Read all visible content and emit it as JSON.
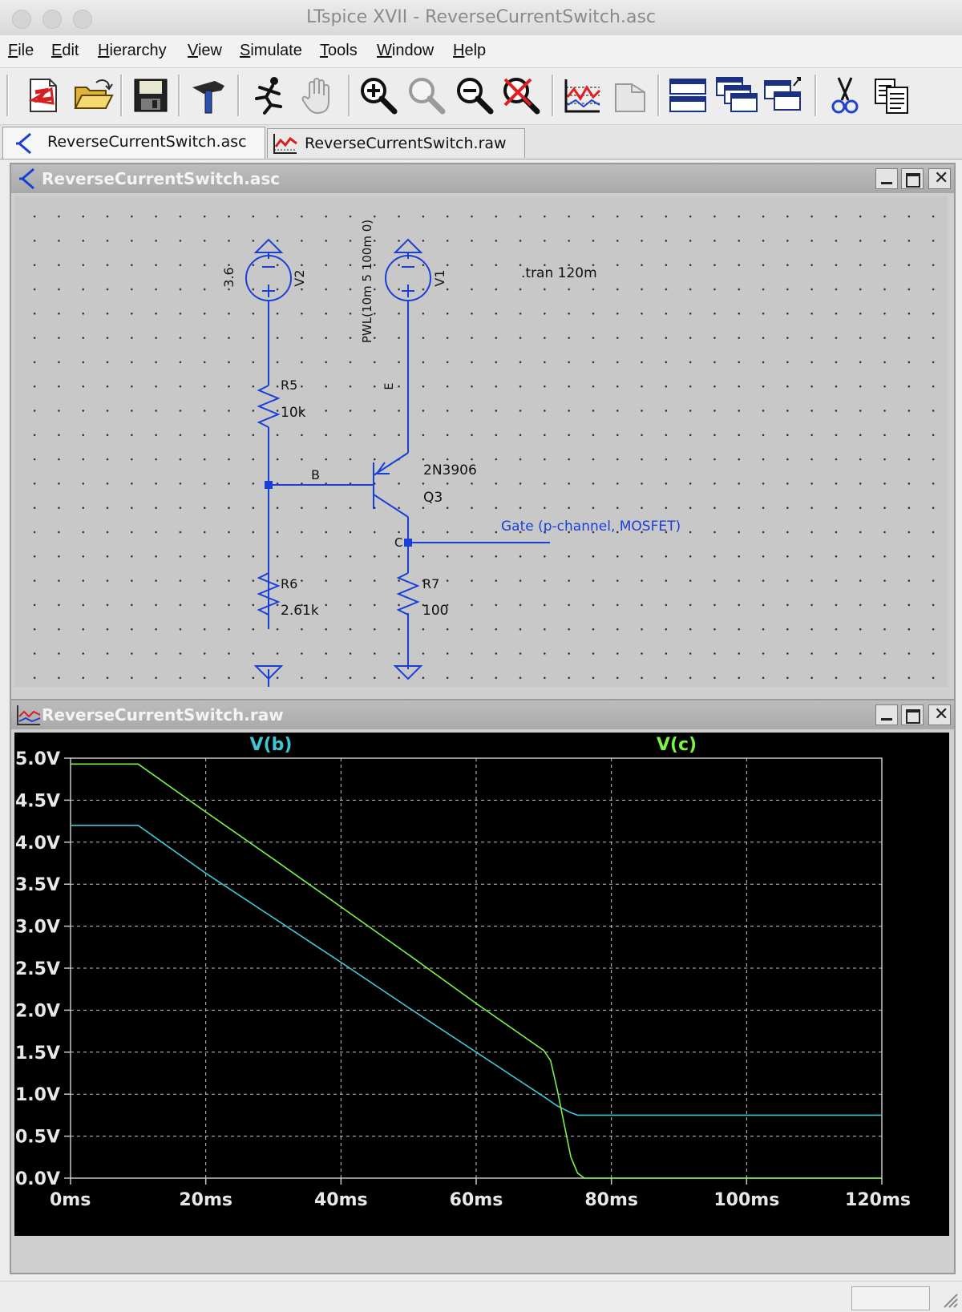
{
  "window": {
    "title": "LTspice XVII - ReverseCurrentSwitch.asc"
  },
  "menu": [
    {
      "label": "File",
      "underline": "F",
      "rest": "ile"
    },
    {
      "label": "Edit",
      "underline": "E",
      "rest": "dit"
    },
    {
      "label": "Hierarchy",
      "underline": "H",
      "rest": "ierarchy"
    },
    {
      "label": "View",
      "underline": "V",
      "rest": "iew"
    },
    {
      "label": "Simulate",
      "underline": "S",
      "rest": "imulate"
    },
    {
      "label": "Tools",
      "underline": "T",
      "rest": "ools"
    },
    {
      "label": "Window",
      "underline": "W",
      "rest": "indow"
    },
    {
      "label": "Help",
      "underline": "H",
      "rest": "elp"
    }
  ],
  "toolbar": {
    "buttons": [
      "new-schematic-icon",
      "open-folder-icon",
      "save-icon",
      "control-panel-hammer-icon",
      "run-simulation-icon",
      "halt-hand-icon",
      "zoom-in-icon",
      "pan-icon",
      "zoom-out-icon",
      "zoom-fit-icon",
      "autorange-plot-icon",
      "label-plot-icon",
      "tile-horizontal-icon",
      "cascade-icon",
      "close-all-icon",
      "cut-scissors-icon",
      "copy-icon"
    ]
  },
  "tabs": [
    {
      "label": "ReverseCurrentSwitch.asc",
      "active": true
    },
    {
      "label": "ReverseCurrentSwitch.raw",
      "active": false
    }
  ],
  "schematic": {
    "window_title": "ReverseCurrentSwitch.asc",
    "directive": ".tran 120m",
    "v2": {
      "name": "V2",
      "value": "3.6"
    },
    "v1": {
      "name": "V1",
      "value": "PWL(10m 5 100m 0)"
    },
    "r5": {
      "name": "R5",
      "value": "10k"
    },
    "r6": {
      "name": "R6",
      "value": "2.61k"
    },
    "r7": {
      "name": "R7",
      "value": "100"
    },
    "q3": {
      "name": "Q3",
      "model": "2N3906"
    },
    "net_b": "B",
    "net_c": "C",
    "net_e": "E",
    "gate_label": "Gate (p-channel, MOSFET)",
    "wire_color": "#1a3fd6"
  },
  "plot": {
    "window_title": "ReverseCurrentSwitch.raw",
    "background": "#000000",
    "grid_color": "#c8c8c8"
  },
  "chart_data": {
    "type": "line",
    "xlabel": "",
    "ylabel": "",
    "xlim": [
      0,
      120
    ],
    "ylim": [
      0,
      5
    ],
    "x_ticks": [
      "0ms",
      "20ms",
      "40ms",
      "60ms",
      "80ms",
      "100ms",
      "120ms"
    ],
    "y_ticks": [
      "0.0V",
      "0.5V",
      "1.0V",
      "1.5V",
      "2.0V",
      "2.5V",
      "3.0V",
      "3.5V",
      "4.0V",
      "4.5V",
      "5.0V"
    ],
    "grid": true,
    "series": [
      {
        "name": "V(b)",
        "color": "#3fc6d6",
        "x": [
          0,
          10,
          20,
          30,
          40,
          50,
          60,
          70,
          72,
          74,
          75,
          120
        ],
        "y": [
          4.2,
          4.2,
          3.63,
          3.1,
          2.57,
          2.03,
          1.5,
          0.97,
          0.86,
          0.78,
          0.75,
          0.75
        ]
      },
      {
        "name": "V(c)",
        "color": "#7bf24a",
        "x": [
          0,
          10,
          20,
          30,
          40,
          50,
          60,
          70,
          71,
          72,
          73,
          74,
          75,
          76,
          120
        ],
        "y": [
          4.93,
          4.93,
          4.36,
          3.8,
          3.23,
          2.66,
          2.08,
          1.52,
          1.4,
          1.05,
          0.65,
          0.25,
          0.06,
          0.0,
          0.0
        ]
      }
    ]
  }
}
